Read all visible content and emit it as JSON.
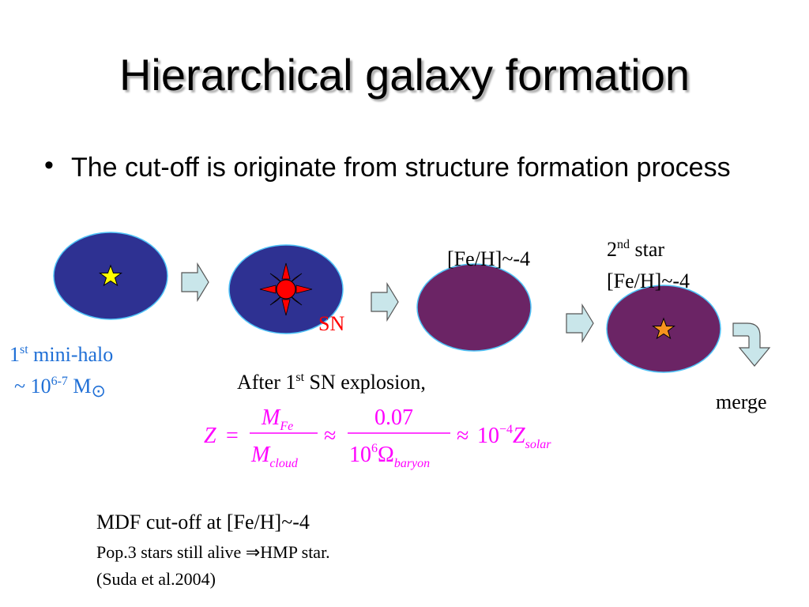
{
  "title": "Hierarchical galaxy formation",
  "bullet": {
    "marker": "•",
    "text": "The cut-off is originate from structure formation process"
  },
  "diagram": {
    "halo_label_line1_base": "1",
    "halo_label_line1_sup": "st",
    "halo_label_line1_rest": " mini-halo",
    "halo_label_line2_base": "~ 10",
    "halo_label_line2_sup": "6-7",
    "halo_label_line2_rest": " M",
    "halo_label_line2_symbol": "⊙",
    "sn_label": "SN",
    "feh_label": "[Fe/H]~-4",
    "second_star_base": "2",
    "second_star_sup": "nd",
    "second_star_rest": " star",
    "second_star_feh": "[Fe/H]~-4",
    "merge_label": "merge"
  },
  "equation": {
    "intro_base": "After 1",
    "intro_sup": "st",
    "intro_rest": " SN explosion,",
    "z": "Z",
    "eq": "=",
    "m_fe_num": "M",
    "m_fe_sub": "Fe",
    "m_cloud_den": "M",
    "m_cloud_sub": "cloud",
    "approx1": "≈",
    "num2": "0.07",
    "den2_base": "10",
    "den2_sup": "6",
    "omega": "Ω",
    "omega_sub": "baryon",
    "approx2": "≈",
    "result_base": "10",
    "result_sup": "−4",
    "result_z": "Z",
    "result_sub": "solar"
  },
  "notes": {
    "line1": "MDF cut-off at [Fe/H]~-4",
    "line2": "Pop.3 stars still alive ⇒HMP star.",
    "line3": "(Suda et al.2004)"
  },
  "colors": {
    "halo_blue": "#2e3192",
    "halo_purple": "#6b2465",
    "halo_stroke": "#4fc3f7",
    "star1": "#ffff00",
    "star2": "#f7931e",
    "sn_red": "#ff0000",
    "arrow_fill": "#c9e6ea",
    "blue_text": "#1f6fd6",
    "magenta": "#ff00ff"
  }
}
